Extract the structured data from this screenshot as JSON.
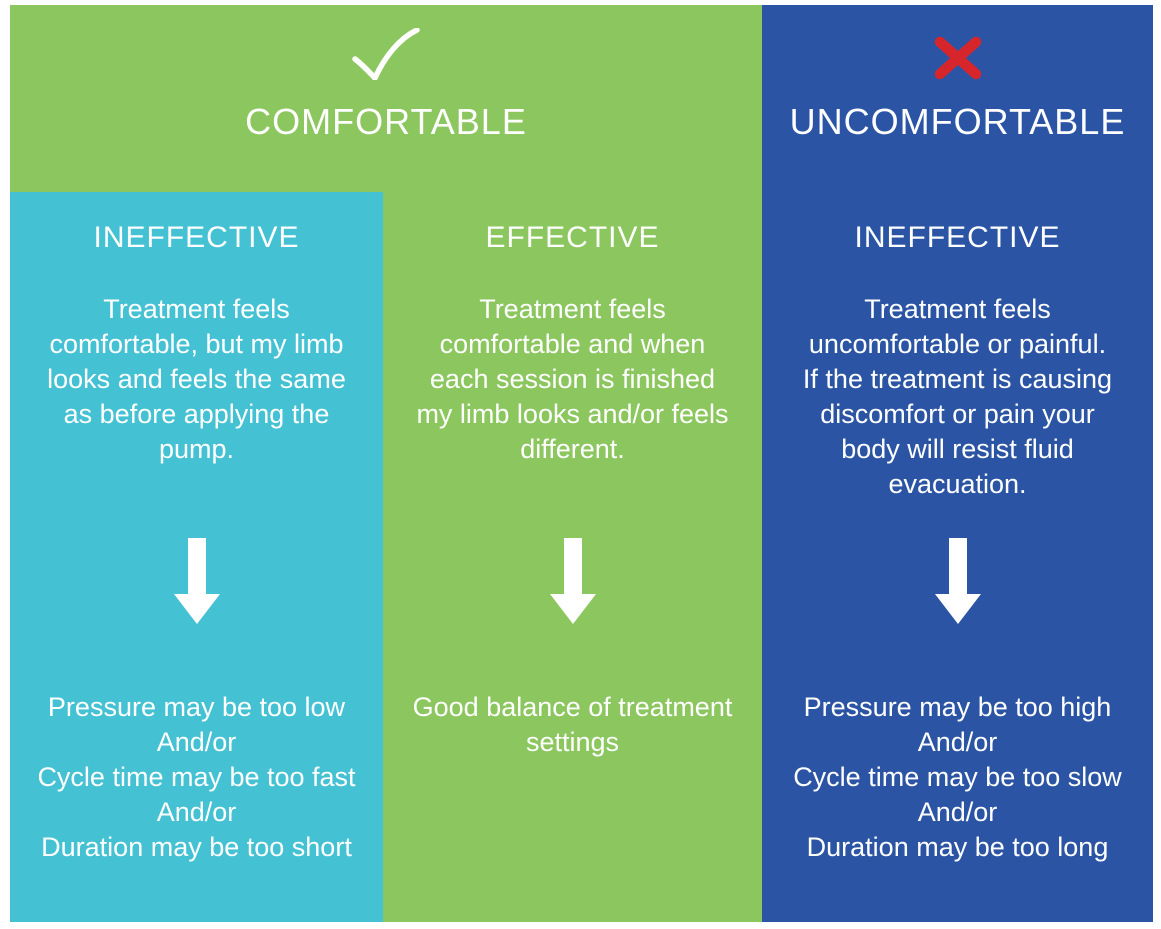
{
  "infographic": {
    "colors": {
      "green": "#8cc65e",
      "teal": "#44c1d3",
      "blue": "#2b55a4",
      "red_x": "#d6262c",
      "text": "#ffffff"
    },
    "header": {
      "comfortable": {
        "icon": "check-icon",
        "label": "COMFORTABLE"
      },
      "uncomfortable": {
        "icon": "x-icon",
        "label": "UNCOMFORTABLE"
      }
    },
    "columns": [
      {
        "id": "comfortable-ineffective",
        "heading": "INEFFECTIVE",
        "description_lines": [
          "Treatment feels",
          "comfortable, but my limb",
          "looks and feels the same",
          "as before applying the",
          "pump."
        ],
        "icon": "down-arrow-icon",
        "outcome_lines": [
          "Pressure may be too low",
          "And/or",
          "Cycle time may be too fast",
          "And/or",
          "Duration may be too short"
        ]
      },
      {
        "id": "comfortable-effective",
        "heading": "EFFECTIVE",
        "description_lines": [
          "Treatment feels",
          "comfortable and when",
          "each session is finished",
          "my limb looks and/or feels",
          "different."
        ],
        "icon": "down-arrow-icon",
        "outcome_lines": [
          "Good balance of treatment",
          "settings"
        ]
      },
      {
        "id": "uncomfortable-ineffective",
        "heading": "INEFFECTIVE",
        "description_lines": [
          "Treatment feels",
          "uncomfortable or painful.",
          "If the treatment is causing",
          "discomfort or pain your",
          "body will resist fluid",
          "evacuation."
        ],
        "icon": "down-arrow-icon",
        "outcome_lines": [
          "Pressure may be too high",
          "And/or",
          "Cycle time may be too slow",
          "And/or",
          "Duration may be too long"
        ]
      }
    ]
  }
}
